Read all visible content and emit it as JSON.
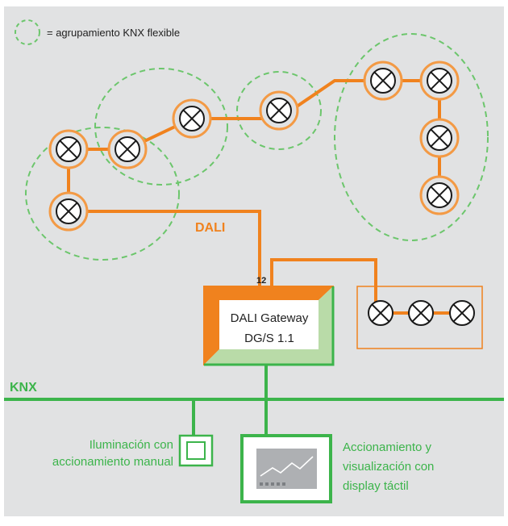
{
  "legend": {
    "text": "= agrupamiento KNX flexible"
  },
  "bus_labels": {
    "dali": "DALI",
    "knx": "KNX"
  },
  "channel_number": "12",
  "gateway": {
    "line1": "DALI Gateway",
    "line2": "DG/S 1.1"
  },
  "manual_device": {
    "line1": "Iluminación con",
    "line2": "accionamiento manual"
  },
  "touch_display": {
    "line1": "Accionamiento y",
    "line2": "visualización con",
    "line3": "display táctil"
  },
  "colors": {
    "background": "#e1e2e3",
    "dali_orange": "#f0821e",
    "knx_green": "#3cb44b",
    "group_dashed_green": "#6cc66c",
    "lamp_ring": "#f39a45",
    "lamp_stroke": "#1a1a1a"
  }
}
